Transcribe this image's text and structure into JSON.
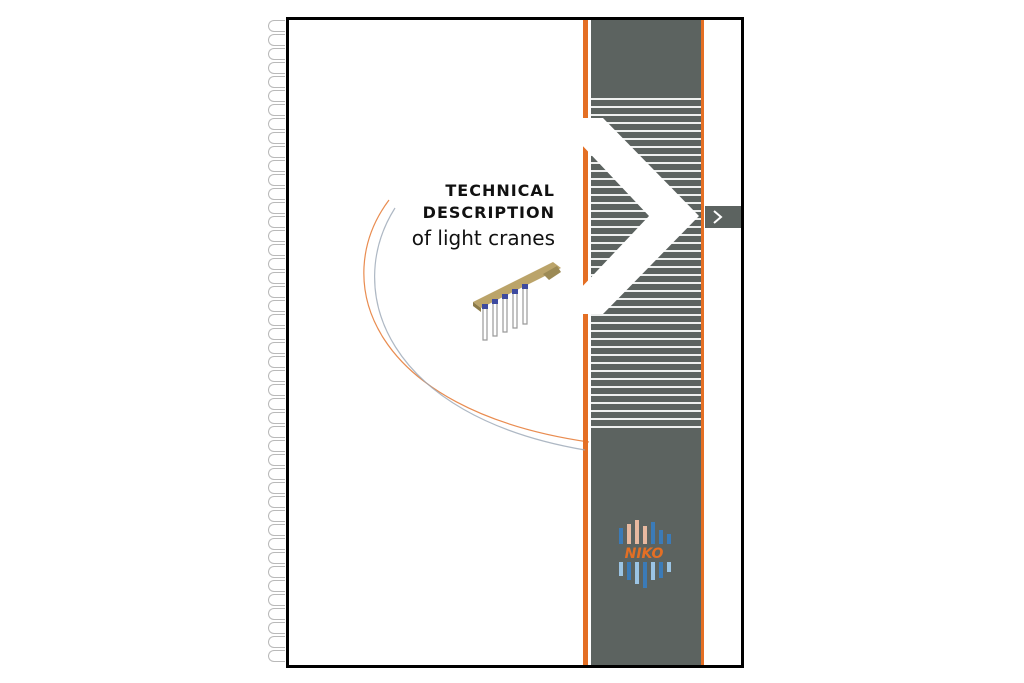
{
  "brochure": {
    "title_line1": "TECHNICAL",
    "title_line2": "DESCRIPTION",
    "subtitle": "of light cranes",
    "logo_text": "NIKO",
    "next_arrow_icon": "chevron-right-icon"
  },
  "colors": {
    "accent_orange": "#e46f24",
    "stripe_gray": "#5c6360",
    "logo_blue": "#3b7bb8"
  }
}
